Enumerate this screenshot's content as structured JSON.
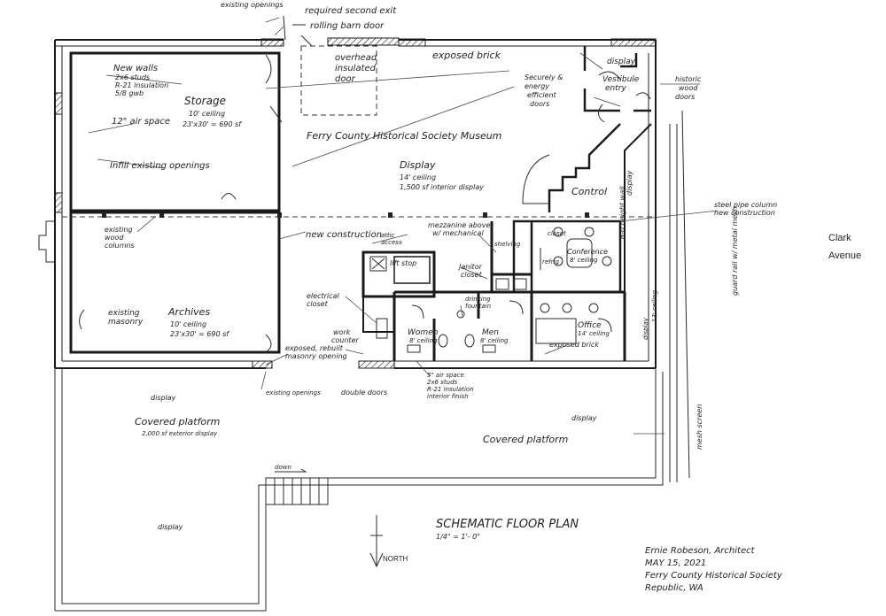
{
  "labels": {
    "existing_openings_top": "existing openings",
    "required_exit": "required second exit",
    "rolling_barn_door": "rolling barn door",
    "overhead_door": [
      "overhead",
      "insulated",
      "door"
    ],
    "exposed_brick_top": "exposed brick",
    "display_ne": "display",
    "vestibule": [
      "Vestibule",
      "entry"
    ],
    "historic_doors": [
      "historic",
      "wood",
      "doors"
    ],
    "secure_doors": [
      "Securely &",
      "energy",
      "efficient",
      "doors"
    ],
    "new_walls": [
      "New walls",
      "2x6 studs",
      "R-21 insulation",
      "5/8 gwb"
    ],
    "storage": [
      "Storage",
      "10' ceiling",
      "23'x30' = 690 sf"
    ],
    "air_space": "12\" air space",
    "museum_title": "Ferry County Historical Society Museum",
    "infill": "Infill existing openings",
    "display_main": [
      "Display",
      "14' ceiling",
      "1,500 sf interior display"
    ],
    "control": "Control",
    "display_e": "display",
    "eight_ft_wall": "8-0 height wall",
    "steel_column": [
      "steel pipe column",
      "new construction"
    ],
    "existing_columns": [
      "existing",
      "wood",
      "columns"
    ],
    "new_construction": "new construction",
    "attic_access": [
      "attic",
      "access"
    ],
    "mezzanine": [
      "mezzanine above",
      "w/ mechanical"
    ],
    "lift": "lift stop",
    "shelving": "shelving",
    "closet": "closet",
    "conference": [
      "Conference",
      "8' ceiling"
    ],
    "refrig": "refrig",
    "janitor": [
      "Janitor",
      "closet"
    ],
    "drinking_fountain": [
      "drinking",
      "fountain"
    ],
    "electrical_closet": [
      "electrical",
      "closet"
    ],
    "existing_masonry": [
      "existing",
      "masonry"
    ],
    "archives": [
      "Archives",
      "10' ceiling",
      "23'x30' = 690 sf"
    ],
    "work_counter": [
      "work",
      "counter"
    ],
    "women": [
      "Women",
      "8' ceiling"
    ],
    "men": [
      "Men",
      "8' ceiling"
    ],
    "office": [
      "Office",
      "14' ceiling"
    ],
    "display_office": [
      "display",
      "13' ceiling"
    ],
    "exposed_brick_low": "exposed brick",
    "exposed_rebuilt": [
      "exposed, rebuilt",
      "masonry opening"
    ],
    "air_space_low": [
      "5\" air space",
      "2x6 studs",
      "R-21 insulation",
      "interior finish"
    ],
    "existing_openings_low": "existing openings",
    "double_doors": "double doors",
    "guard_rail": "guard rail w/ metal mesh",
    "mesh_screen": "mesh screen",
    "display_w": "display",
    "covered_platform_w": [
      "Covered platform",
      "2,000 sf exterior display"
    ],
    "display_mid": "display",
    "covered_platform_e": "Covered platform",
    "down": "down",
    "display_sw": "display",
    "plan_title": "SCHEMATIC FLOOR PLAN",
    "scale": "1/4\" = 1'- 0\"",
    "north": "NORTH",
    "architect": "Ernie Robeson, Architect",
    "date": "MAY 15, 2021",
    "client": "Ferry County Historical Society",
    "location": "Republic, WA",
    "street": [
      "Clark",
      "Avenue"
    ]
  }
}
